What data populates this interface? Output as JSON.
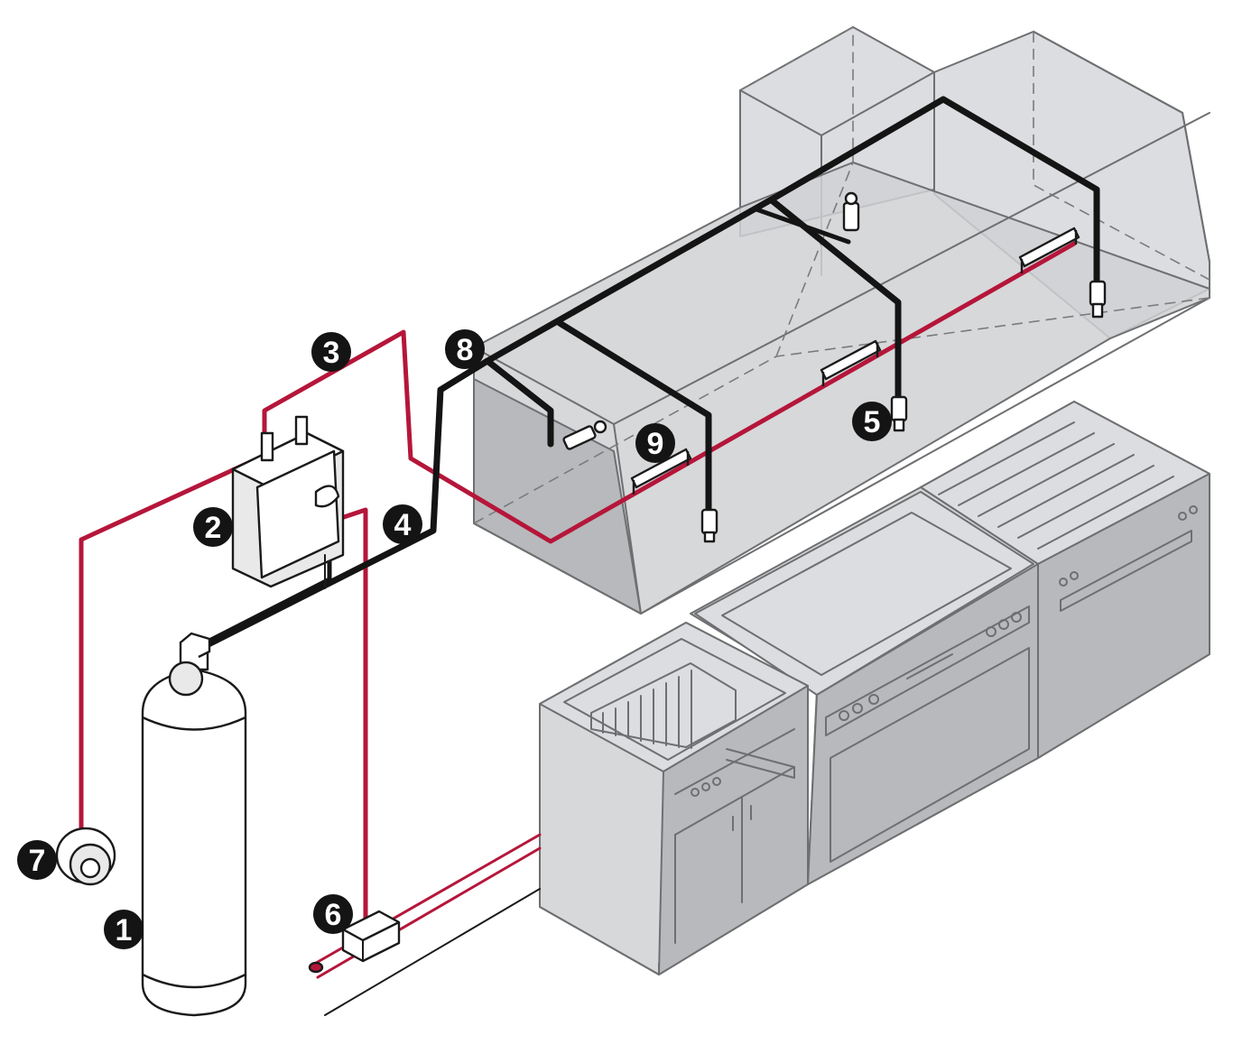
{
  "diagram": {
    "callouts": [
      {
        "id": "1",
        "label": "1"
      },
      {
        "id": "2",
        "label": "2"
      },
      {
        "id": "3",
        "label": "3"
      },
      {
        "id": "4",
        "label": "4"
      },
      {
        "id": "5",
        "label": "5"
      },
      {
        "id": "6",
        "label": "6"
      },
      {
        "id": "7",
        "label": "7"
      },
      {
        "id": "8",
        "label": "8"
      },
      {
        "id": "9",
        "label": "9"
      }
    ],
    "colors": {
      "detection_line": "#b5163a",
      "agent_piping": "#141414",
      "ghosted_equipment": "#d0d1d3",
      "callout": "#141414"
    }
  }
}
